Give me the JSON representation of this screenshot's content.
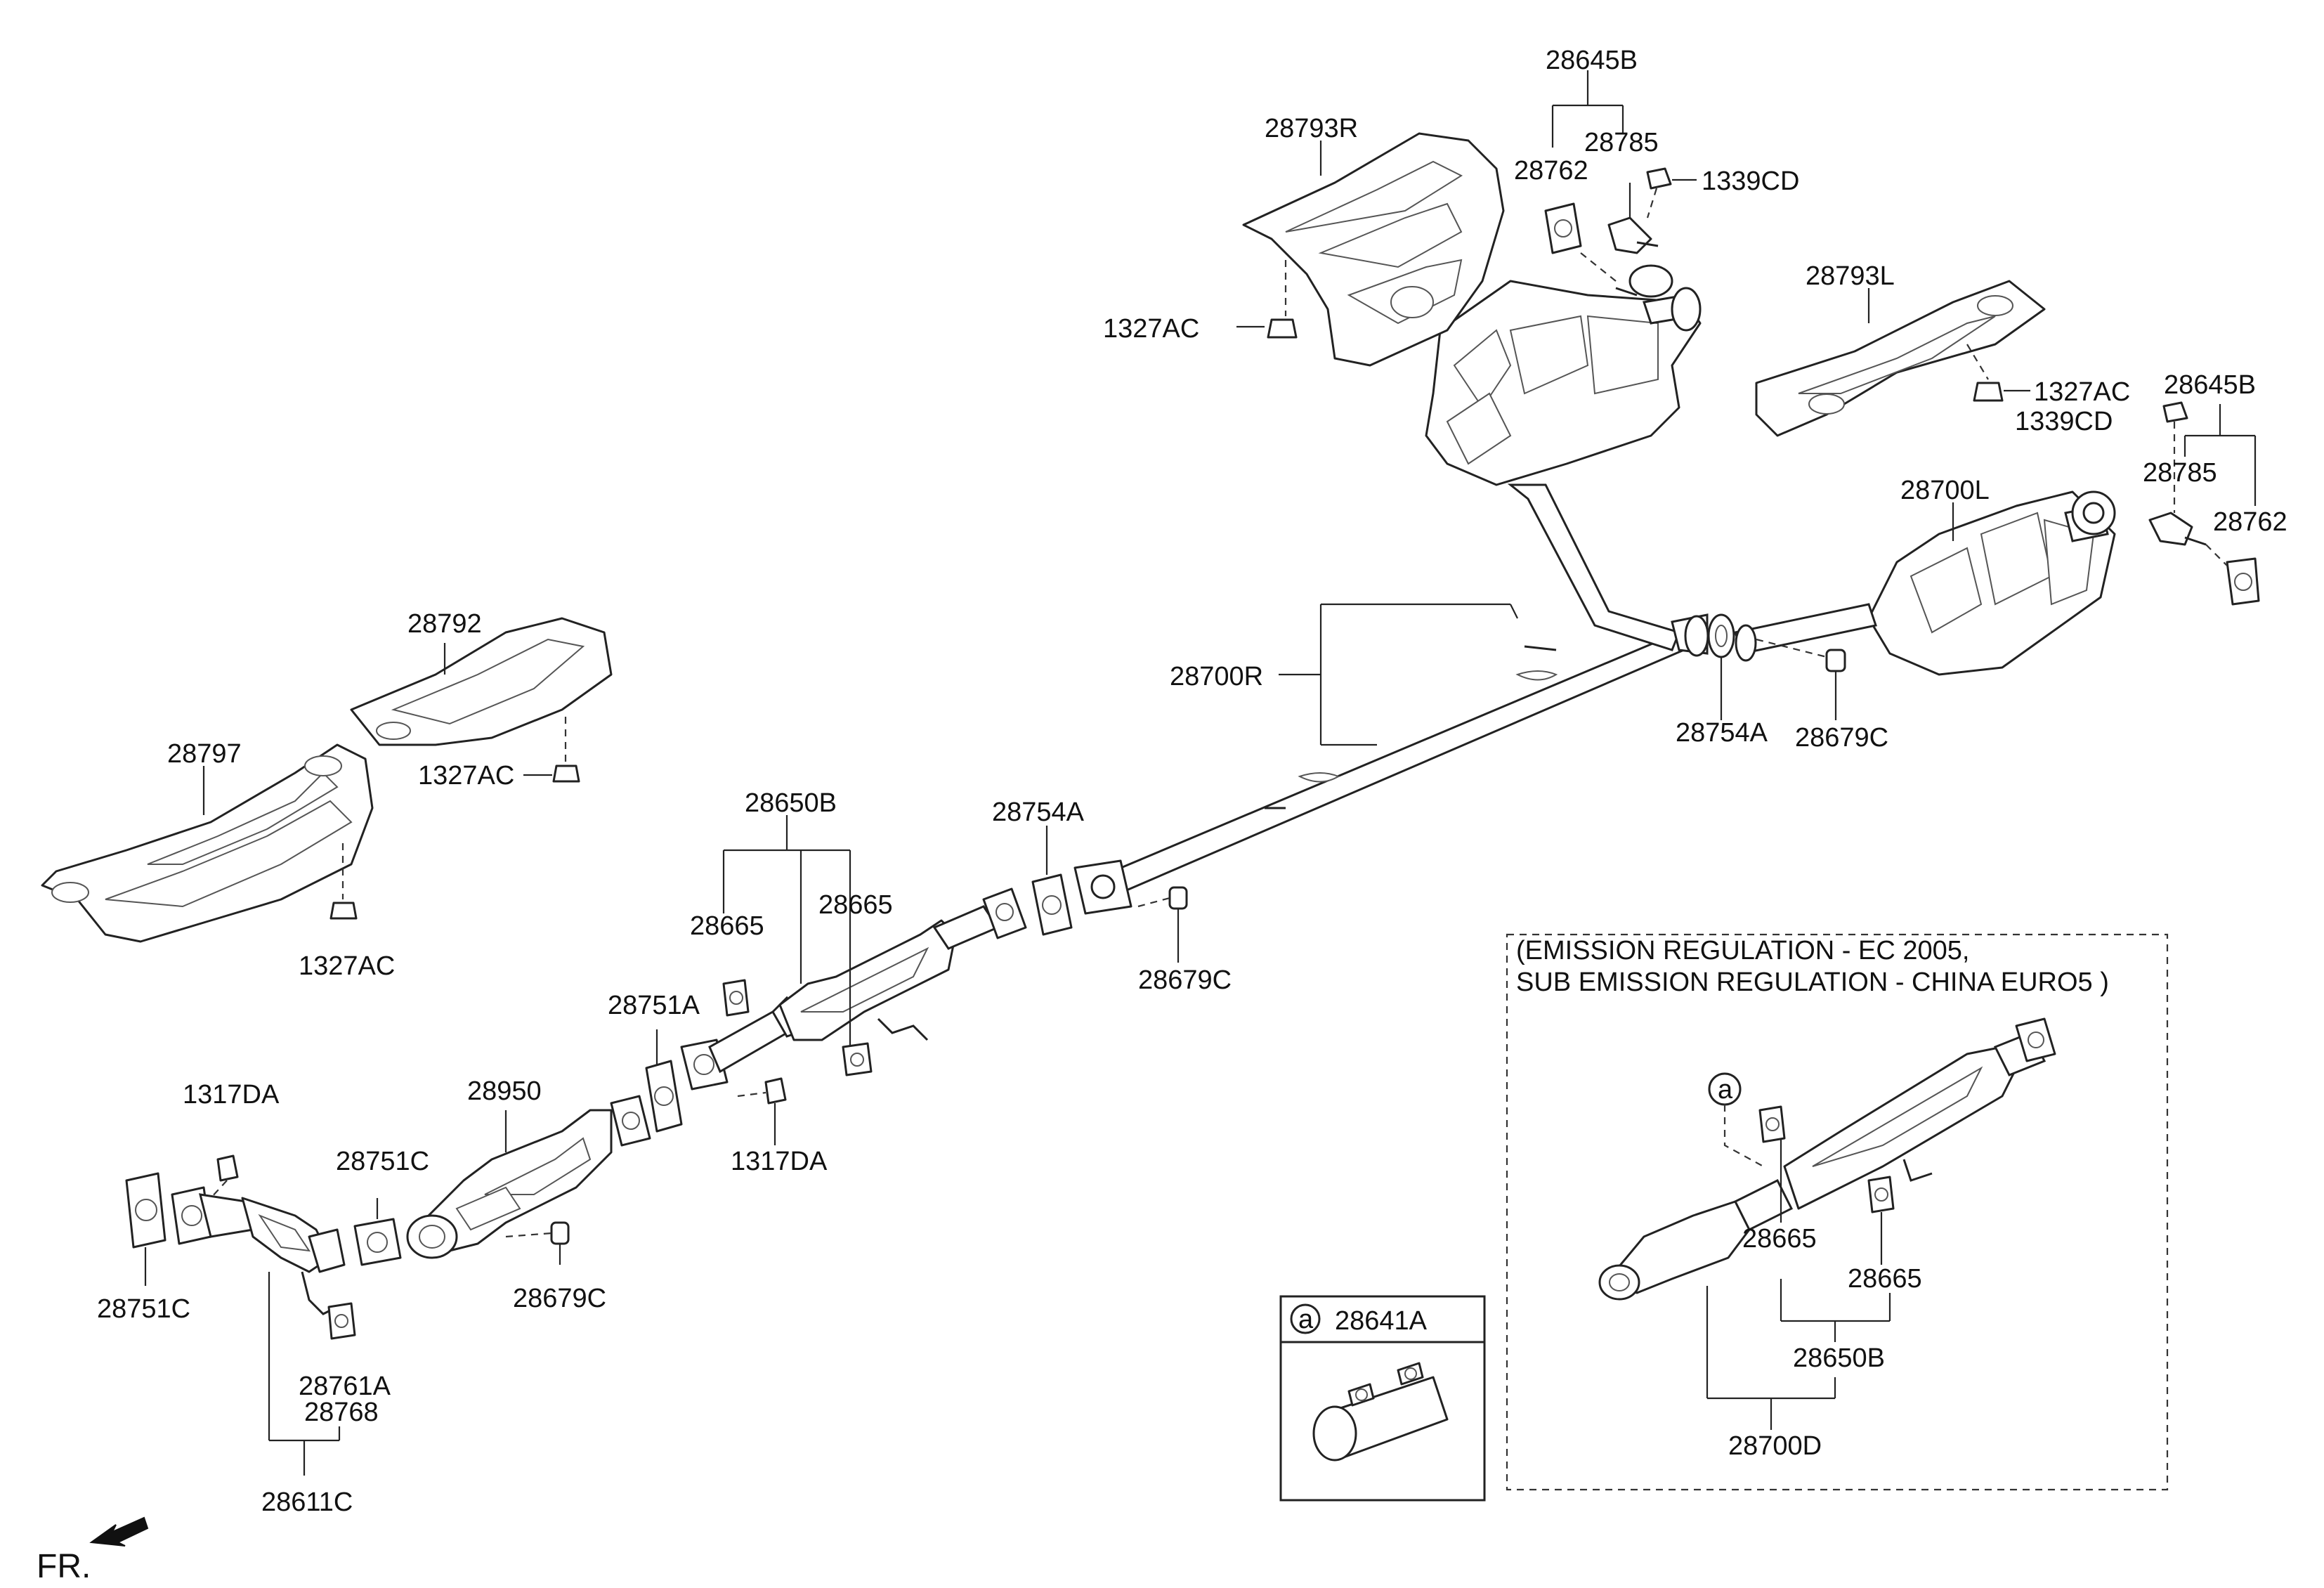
{
  "labels": {
    "p28645B_top": "28645B",
    "p28785_top": "28785",
    "p28762_top": "28762",
    "p1339CD_top": "1339CD",
    "p28793R": "28793R",
    "p1327AC_top": "1327AC",
    "p28793L": "28793L",
    "p1327AC_right": "1327AC",
    "p28645B_right": "28645B",
    "p1339CD_right": "1339CD",
    "p28785_right": "28785",
    "p28762_right": "28762",
    "p28700L": "28700L",
    "p28700R": "28700R",
    "p28754A_right": "28754A",
    "p28679C_right": "28679C",
    "p28792": "28792",
    "p1327AC_mid": "1327AC",
    "p28797": "28797",
    "p1327AC_left": "1327AC",
    "p28650B": "28650B",
    "p28754A_mid": "28754A",
    "p28665_a": "28665",
    "p28665_b": "28665",
    "p28679C_mid": "28679C",
    "p28751A": "28751A",
    "p1317DA_mid": "1317DA",
    "p28950": "28950",
    "p28751C_mid": "28751C",
    "p1317DA_left": "1317DA",
    "p28679C_low": "28679C",
    "p28751C_left": "28751C",
    "p28761A": "28761A",
    "p28768": "28768",
    "p28611C": "28611C",
    "inset_a": "a",
    "p28641A": "28641A",
    "p28665_inset_a": "28665",
    "p28665_inset_b": "28665",
    "p28650B_inset": "28650B",
    "p28700D": "28700D"
  },
  "note": {
    "line1": "(EMISSION REGULATION - EC 2005,",
    "line2": "SUB EMISSION REGULATION - CHINA EURO5 )"
  },
  "fr_label": "FR."
}
